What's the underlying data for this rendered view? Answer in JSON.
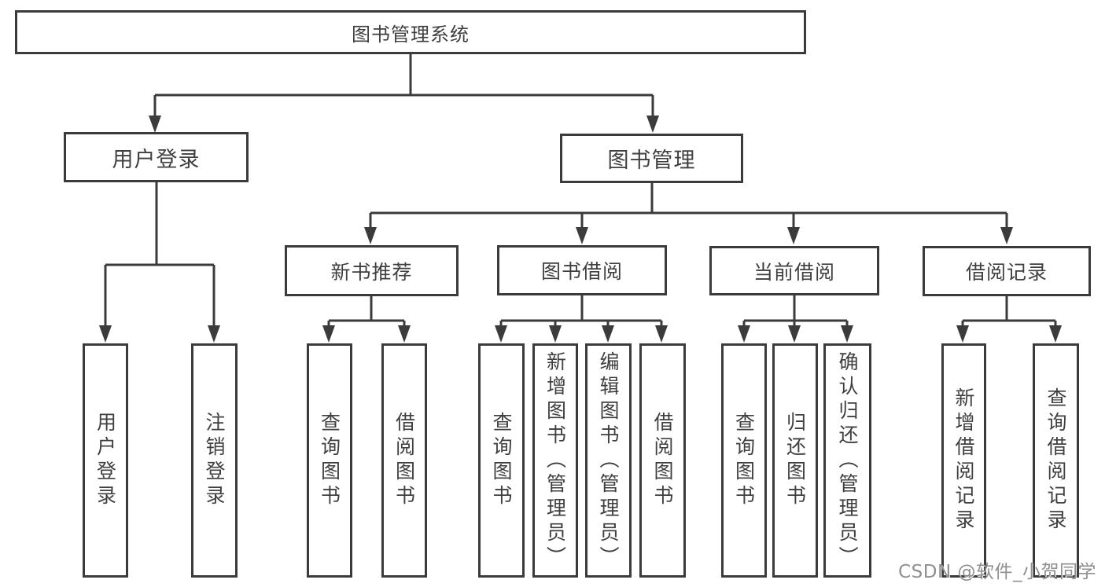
{
  "diagram": {
    "root": {
      "label": "图书管理系统"
    },
    "branches": [
      {
        "label": "用户登录",
        "children": [
          {
            "label": "用户登录"
          },
          {
            "label": "注销登录"
          }
        ]
      },
      {
        "label": "图书管理",
        "children": [
          {
            "label": "新书推荐",
            "children": [
              {
                "label": "查询图书"
              },
              {
                "label": "借阅图书"
              }
            ]
          },
          {
            "label": "图书借阅",
            "children": [
              {
                "label": "查询图书"
              },
              {
                "label": "新增图书（管理员）"
              },
              {
                "label": "编辑图书（管理员）"
              },
              {
                "label": "借阅图书"
              }
            ]
          },
          {
            "label": "当前借阅",
            "children": [
              {
                "label": "查询图书"
              },
              {
                "label": "归还图书"
              },
              {
                "label": "确认归还（管理员）"
              }
            ]
          },
          {
            "label": "借阅记录",
            "children": [
              {
                "label": "新增借阅记录"
              },
              {
                "label": "查询借阅记录"
              }
            ]
          }
        ]
      }
    ]
  },
  "watermark": {
    "text": "CSDN @软件_小贺同学"
  },
  "colors": {
    "line": "#3b3b3b",
    "text": "#3f3f3f",
    "box_background": "#ffffff",
    "watermark": "#8f8f8f"
  }
}
